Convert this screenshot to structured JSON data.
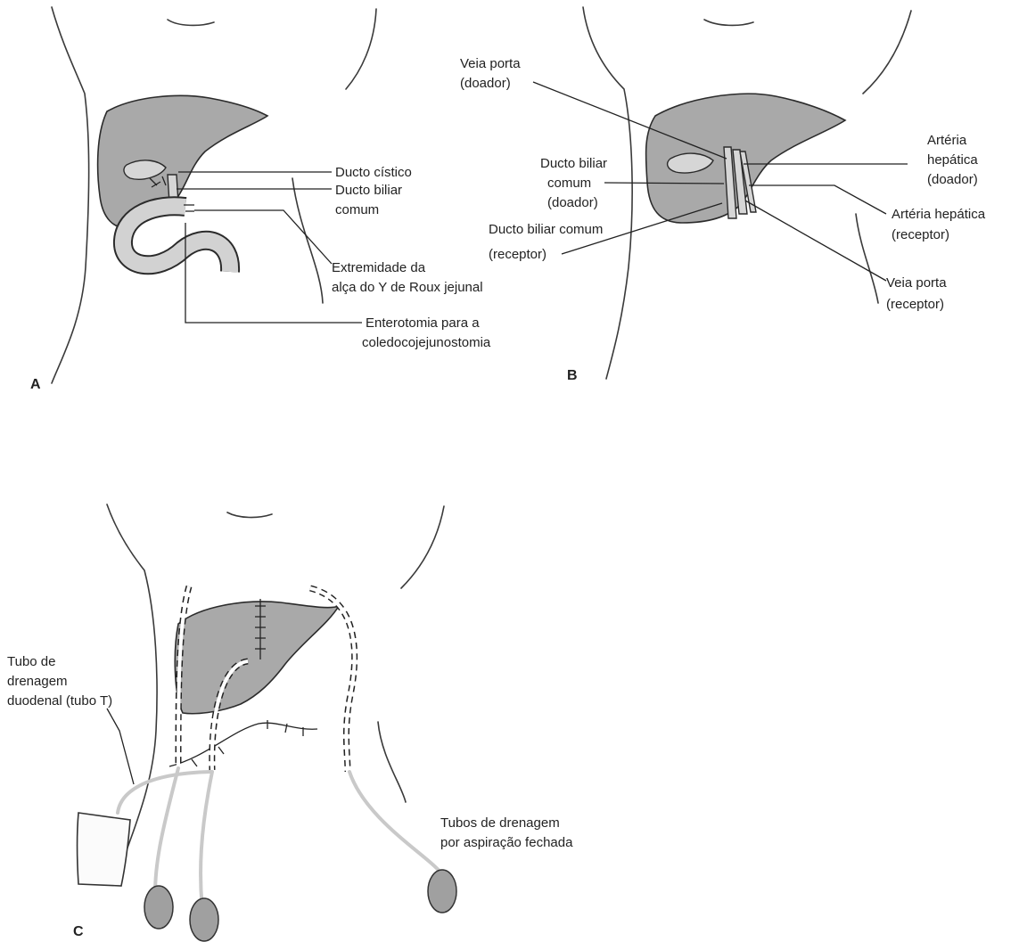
{
  "panels": {
    "a": {
      "letter": "A",
      "labels": {
        "ducto_cistico": "Ducto cístico",
        "ducto_biliar_1": "Ducto biliar",
        "ducto_biliar_2": "comum",
        "extremidade_1": "Extremidade da",
        "extremidade_2": "alça do Y de Roux jejunal",
        "enterotomia_1": "Enterotomia para a",
        "enterotomia_2": "coledocojejunostomia"
      }
    },
    "b": {
      "letter": "B",
      "labels": {
        "veia_porta_doador_1": "Veia porta",
        "veia_porta_doador_2": "(doador)",
        "ducto_doador_1": "Ducto biliar",
        "ducto_doador_2": "comum",
        "ducto_doador_3": "(doador)",
        "ducto_receptor_1": "Ducto biliar comum",
        "ducto_receptor_2": "(receptor)",
        "arteria_doador_1": "Artéria",
        "arteria_doador_2": "hepática",
        "arteria_doador_3": "(doador)",
        "arteria_receptor_1": "Artéria hepática",
        "arteria_receptor_2": "(receptor)",
        "veia_porta_receptor_1": "Veia porta",
        "veia_porta_receptor_2": "(receptor)"
      }
    },
    "c": {
      "letter": "C",
      "labels": {
        "tubo_t_1": "Tubo de",
        "tubo_t_2": "drenagem",
        "tubo_t_3": "duodenal (tubo T)",
        "tubos_drenagem_1": "Tubos de drenagem",
        "tubos_drenagem_2": "por aspiração fechada"
      }
    }
  }
}
